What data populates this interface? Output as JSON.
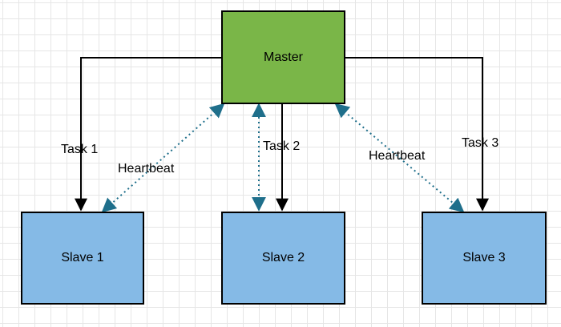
{
  "diagram": {
    "master": {
      "label": "Master",
      "fill": "#7ab648"
    },
    "slaves": [
      {
        "label": "Slave 1",
        "fill": "#85bae6"
      },
      {
        "label": "Slave 2",
        "fill": "#85bae6"
      },
      {
        "label": "Slave 3",
        "fill": "#85bae6"
      }
    ],
    "task_edges": [
      {
        "label": "Task 1",
        "from": "Master",
        "to": "Slave 1"
      },
      {
        "label": "Task 2",
        "from": "Master",
        "to": "Slave 2"
      },
      {
        "label": "Task 3",
        "from": "Master",
        "to": "Slave 3"
      }
    ],
    "heartbeat_edges": [
      {
        "label": "Heartbeat",
        "between": [
          "Master",
          "Slave 1"
        ]
      },
      {
        "label": "",
        "between": [
          "Master",
          "Slave 2"
        ]
      },
      {
        "label": "Heartbeat",
        "between": [
          "Master",
          "Slave 3"
        ]
      }
    ],
    "colors": {
      "task_line": "#000000",
      "heartbeat_line": "#1f6f8b",
      "grid": "#e6e6e6",
      "background": "#ffffff"
    }
  }
}
